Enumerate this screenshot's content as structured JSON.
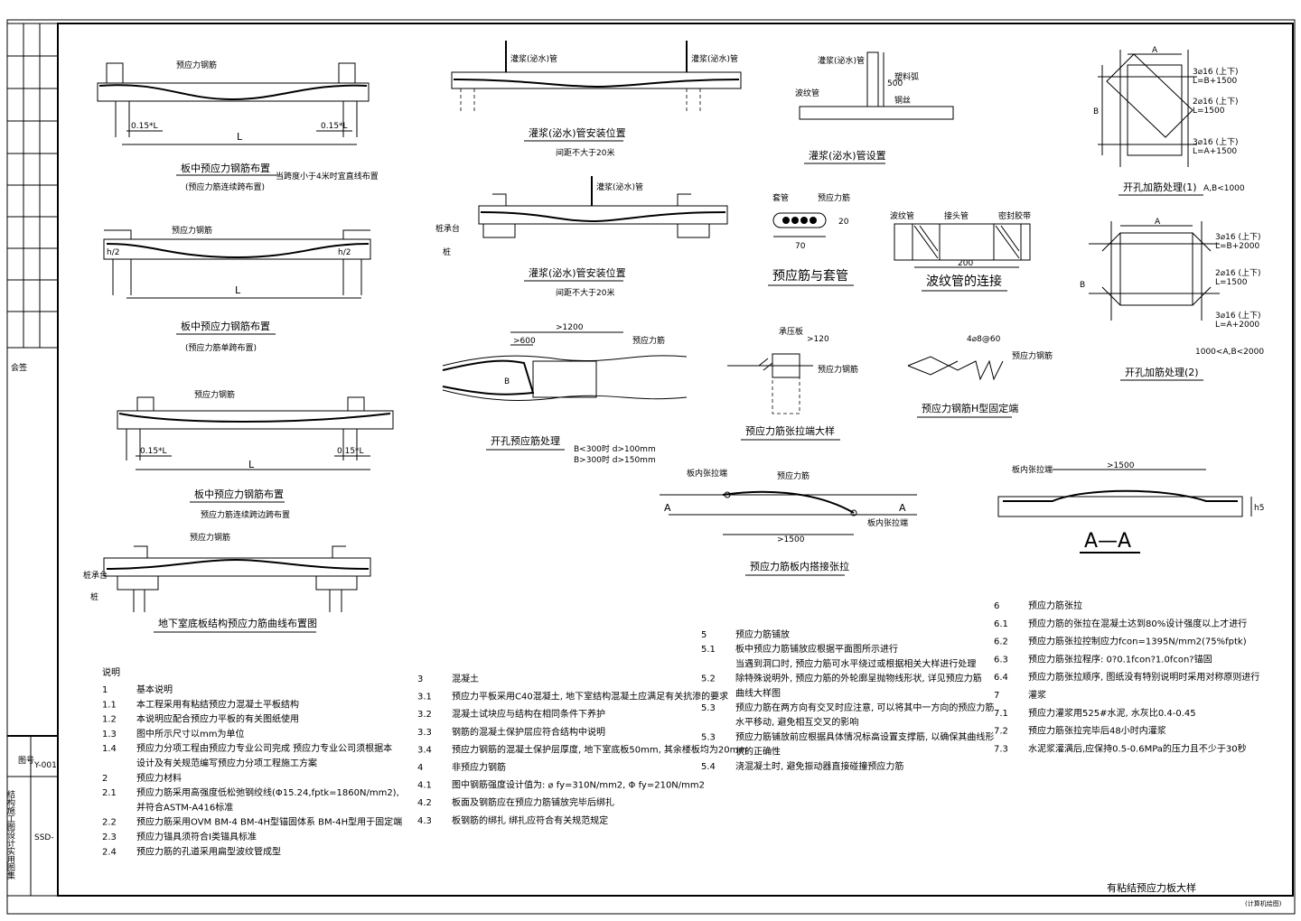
{
  "sheet": {
    "drawing_title": "有粘结预应力板大样",
    "drawing_subtitle": "(计算机绘图)",
    "side_atlas_name": "结构施工图设计实用图集",
    "side_code_label": "图号",
    "side_code": "Y-001",
    "side_code2": "SSD-",
    "side_sign": "会签"
  },
  "diagrams": {
    "d1_title": "板中预应力钢筋布置",
    "d1_note": "(预应力筋连续跨布置)",
    "d1_side": "当跨度小于4米时宜直线布置",
    "d1_label": "预应力钢筋",
    "d1_dim_left": "0.15*L",
    "d1_dim_right": "0.15*L",
    "d1_L": "L",
    "d2_title": "板中预应力钢筋布置",
    "d2_note": "(预应力筋单跨布置)",
    "d2_label": "预应力钢筋",
    "d2_h1": "h/2",
    "d2_h2": "h/2",
    "d2_L": "L",
    "d3_title": "板中预应力钢筋布置",
    "d3_note": "预应力筋连续跨边跨布置",
    "d3_label": "预应力钢筋",
    "d3_dim_left": "0.15*L",
    "d3_dim_right": "0.15*L",
    "d3_L": "L",
    "d4_title": "地下室底板结构预应力筋曲线布置图",
    "d4_label": "预应力钢筋",
    "d4_cap": "桩承台",
    "d4_pile": "桩",
    "g1_title": "灌浆(泌水)管安装位置",
    "g1_note": "间距不大于20米",
    "g1_label": "灌浆(泌水)管",
    "g2_title": "灌浆(泌水)管安装位置",
    "g2_note": "间距不大于20米",
    "g2_label": "灌浆(泌水)管",
    "g2_cap": "桩承台",
    "g2_pile": "桩",
    "g3_title": "灌浆(泌水)管设置",
    "g3_label": "灌浆(泌水)管",
    "g3_dim": "500",
    "g3_a": "波纹管",
    "g3_b": "塑料弧",
    "g3_c": "钢丝",
    "s1_title": "预应筋与套管",
    "s1_label_a": "套管",
    "s1_label_b": "预应力筋",
    "s1_dim_w": "70",
    "s1_dim_h": "20",
    "s2_title": "波纹管的连接",
    "s2_dim": "200",
    "s2_a": "波纹管",
    "s2_b": "接头管",
    "s2_c": "密封胶带",
    "h1_title": "开孔加筋处理(1)",
    "h1_cond": "A,B<1000",
    "h1_A": "A",
    "h1_B": "B",
    "h1_r1": "3⌀16 (上下)",
    "h1_r1b": "L=B+1500",
    "h1_r2": "2⌀16 (上下)",
    "h1_r2b": "L=1500",
    "h1_r3": "3⌀16 (上下)",
    "h1_r3b": "L=A+1500",
    "h2_title": "开孔加筋处理(2)",
    "h2_cond": "1000<A,B<2000",
    "h2_A": "A",
    "h2_B": "B",
    "h2_r1": "3⌀16 (上下)",
    "h2_r1b": "L=B+2000",
    "h2_r2": "2⌀16 (上下)",
    "h2_r2b": "L=1500",
    "h2_r3": "3⌀16 (上下)",
    "h2_r3b": "L=A+2000",
    "o_title": "开孔预应筋处理",
    "o_dim1": ">1200",
    "o_dim2": ">600",
    "o_B": "B",
    "o_label": "预应力筋",
    "o_c1": "B<300时 d>100mm",
    "o_c2": "B>300时 d>150mm",
    "t_title": "预应力筋张拉端大样",
    "t_label_a": "承压板",
    "t_label_b": "预应力钢筋",
    "t_dim": ">120",
    "f_title": "预应力钢筋H型固定端",
    "f_label": "预应力钢筋",
    "f_spec": "4⌀8@60",
    "p_title": "预应力筋板内搭接张拉",
    "p_label_a": "板内张拉端",
    "p_label_b": "预应力筋",
    "p_label_c": "板内张拉端",
    "p_dim": ">1500",
    "p_A1": "A",
    "p_A2": "A",
    "aa_title": "A—A",
    "aa_label": "板内张拉端",
    "aa_dim": ">1500",
    "aa_h": "h5"
  },
  "notes": {
    "heading": "说明",
    "c1": [
      [
        "1",
        "基本说明"
      ],
      [
        "1.1",
        "本工程采用有粘结预应力混凝土平板结构"
      ],
      [
        "1.2",
        "本说明应配合预应力平板的有关图纸使用"
      ],
      [
        "1.3",
        "图中所示尺寸以mm为单位"
      ],
      [
        "1.4",
        "预应力分项工程由预应力专业公司完成   预应力专业公司须根据本"
      ],
      [
        "",
        "设计及有关规范编写预应力分项工程施工方案"
      ],
      [
        "2",
        "预应力材料"
      ],
      [
        "2.1",
        "预应力筋采用高强度低松弛钢绞线(Φ15.24,fptk=1860N/mm2),"
      ],
      [
        "",
        "并符合ASTM-A416标准"
      ],
      [
        "2.2",
        "预应力筋采用OVM BM-4 BM-4H型锚固体系  BM-4H型用于固定端"
      ],
      [
        "2.3",
        "预应力锚具须符合I类锚具标准"
      ],
      [
        "2.4",
        "预应力筋的孔道采用扁型波纹管成型"
      ]
    ],
    "c2": [
      [
        "3",
        "混凝土"
      ],
      [
        "3.1",
        "预应力平板采用C40混凝土, 地下室结构混凝土应满足有关抗渗的要求"
      ],
      [
        "3.2",
        "混凝土试块应与结构在相同条件下养护"
      ],
      [
        "3.3",
        "钢筋的混凝土保护层应符合结构中说明"
      ],
      [
        "3.4",
        "预应力钢筋的混凝土保护层厚度, 地下室底板50mm, 其余楼板均为20mm"
      ],
      [
        "4",
        "非预应力钢筋"
      ],
      [
        "4.1",
        "图中钢筋强度设计值为:  ⌀ fy=310N/mm2, Φ fy=210N/mm2"
      ],
      [
        "4.2",
        "板面及钢筋应在预应力筋铺放完毕后绑扎"
      ],
      [
        "4.3",
        "板钢筋的绑扎 绑扎应符合有关规范规定"
      ]
    ],
    "c3": [
      [
        "5",
        "预应力筋铺放"
      ],
      [
        "5.1",
        "板中预应力筋铺放应根据平面图所示进行"
      ],
      [
        "",
        "当遇到洞口时, 预应力筋可水平绕过或根据相关大样进行处理"
      ],
      [
        "5.2",
        "除特殊说明外, 预应力筋的外轮廓呈抛物线形状, 详见预应力筋"
      ],
      [
        "",
        "曲线大样图"
      ],
      [
        "5.3",
        "预应力筋在两方向有交叉时应注意, 可以将其中一方向的预应力筋"
      ],
      [
        "",
        "水平移动, 避免相互交叉的影响"
      ],
      [
        "5.3",
        "预应力筋铺放前应根据具体情况标高设置支撑筋, 以确保其曲线形"
      ],
      [
        "",
        "状的正确性"
      ],
      [
        "5.4",
        "浇混凝土时, 避免振动器直接碰撞预应力筋"
      ]
    ],
    "c4": [
      [
        "6",
        "预应力筋张拉"
      ],
      [
        "6.1",
        "预应力筋的张拉在混凝土达到80%设计强度以上才进行"
      ],
      [
        "6.2",
        "预应力筋张拉控制应力fcon=1395N/mm2(75%fptk)"
      ],
      [
        "6.3",
        "预应力筋张拉程序:  0?0.1fcon?1.0fcon?锚固"
      ],
      [
        "6.4",
        "预应力筋张拉顺序, 图纸没有特别说明时采用对称原则进行"
      ],
      [
        "7",
        "灌浆"
      ],
      [
        "7.1",
        "预应力灌浆用525#水泥, 水灰比0.4-0.45"
      ],
      [
        "7.2",
        "预应力筋张拉完毕后48小时内灌浆"
      ],
      [
        "7.3",
        "水泥浆灌满后,应保持0.5-0.6MPa的压力且不少于30秒"
      ]
    ]
  }
}
